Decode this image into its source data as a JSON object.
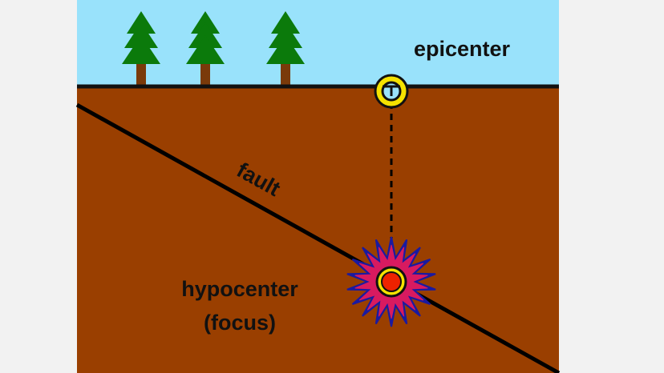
{
  "labels": {
    "epicenter": "epicenter",
    "fault": "fault",
    "hypocenter_line1": "hypocenter",
    "hypocenter_line2": "(focus)"
  },
  "colors": {
    "page_background": "#f2f2f2",
    "sky": "#99e2fb",
    "ground": "#9a3f00",
    "surface_line": "#111111",
    "fault_line": "#000000",
    "tree_foliage": "#0b7a0b",
    "tree_trunk": "#7a3a0a",
    "marker_ring": "#f5e200",
    "marker_outline": "#111111",
    "burst_outer": "#1a1aa0",
    "burst_inner": "#d81a60",
    "focus_core": "#ee2200"
  },
  "icons": {
    "tree": "pine-tree-icon",
    "epicenter_marker": "target-circle-icon",
    "hypocenter_burst": "starburst-icon"
  }
}
